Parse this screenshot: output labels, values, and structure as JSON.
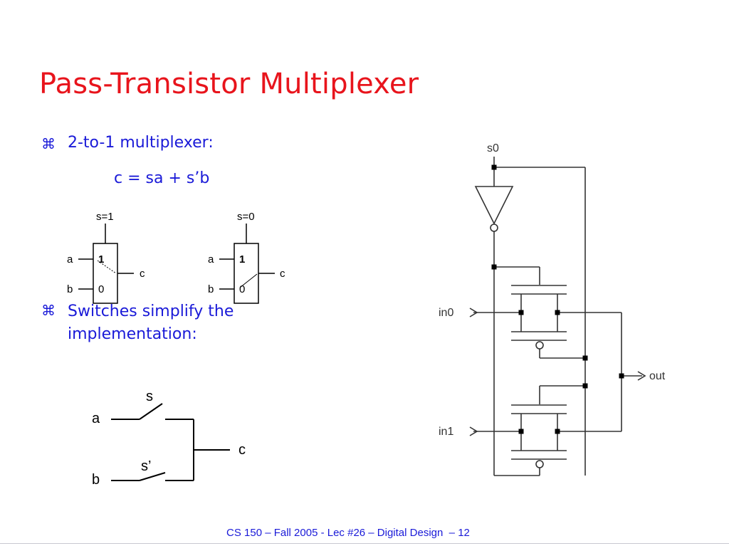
{
  "slide": {
    "title": "Pass-Transistor Multiplexer",
    "bullet_symbol": "⌘",
    "bullets": [
      {
        "text": "2-to-1 multiplexer:"
      },
      {
        "line1": "Switches simplify the",
        "line2": "implementation:"
      }
    ],
    "equation": "c = sa + s’b",
    "footer": "CS 150 – Fall 2005 - Lec #26 – Digital Design  – 12"
  },
  "mux_diagrams": [
    {
      "select": "s=1",
      "in_a": "a",
      "in_b": "b",
      "out": "c",
      "top_input_value": "1",
      "bottom_input_value": "0"
    },
    {
      "select": "s=0",
      "in_a": "a",
      "in_b": "b",
      "out": "c",
      "top_input_value": "1",
      "bottom_input_value": "0"
    }
  ],
  "switch_diagram": {
    "a": "a",
    "b": "b",
    "s": "s",
    "s_bar": "s’",
    "c": "c"
  },
  "transistor_diagram": {
    "s0": "s0",
    "in0": "in0",
    "in1": "in1",
    "out": "out"
  },
  "colors": {
    "title": "#e8141c",
    "text": "#1a1ad8",
    "wire": "#000000"
  }
}
